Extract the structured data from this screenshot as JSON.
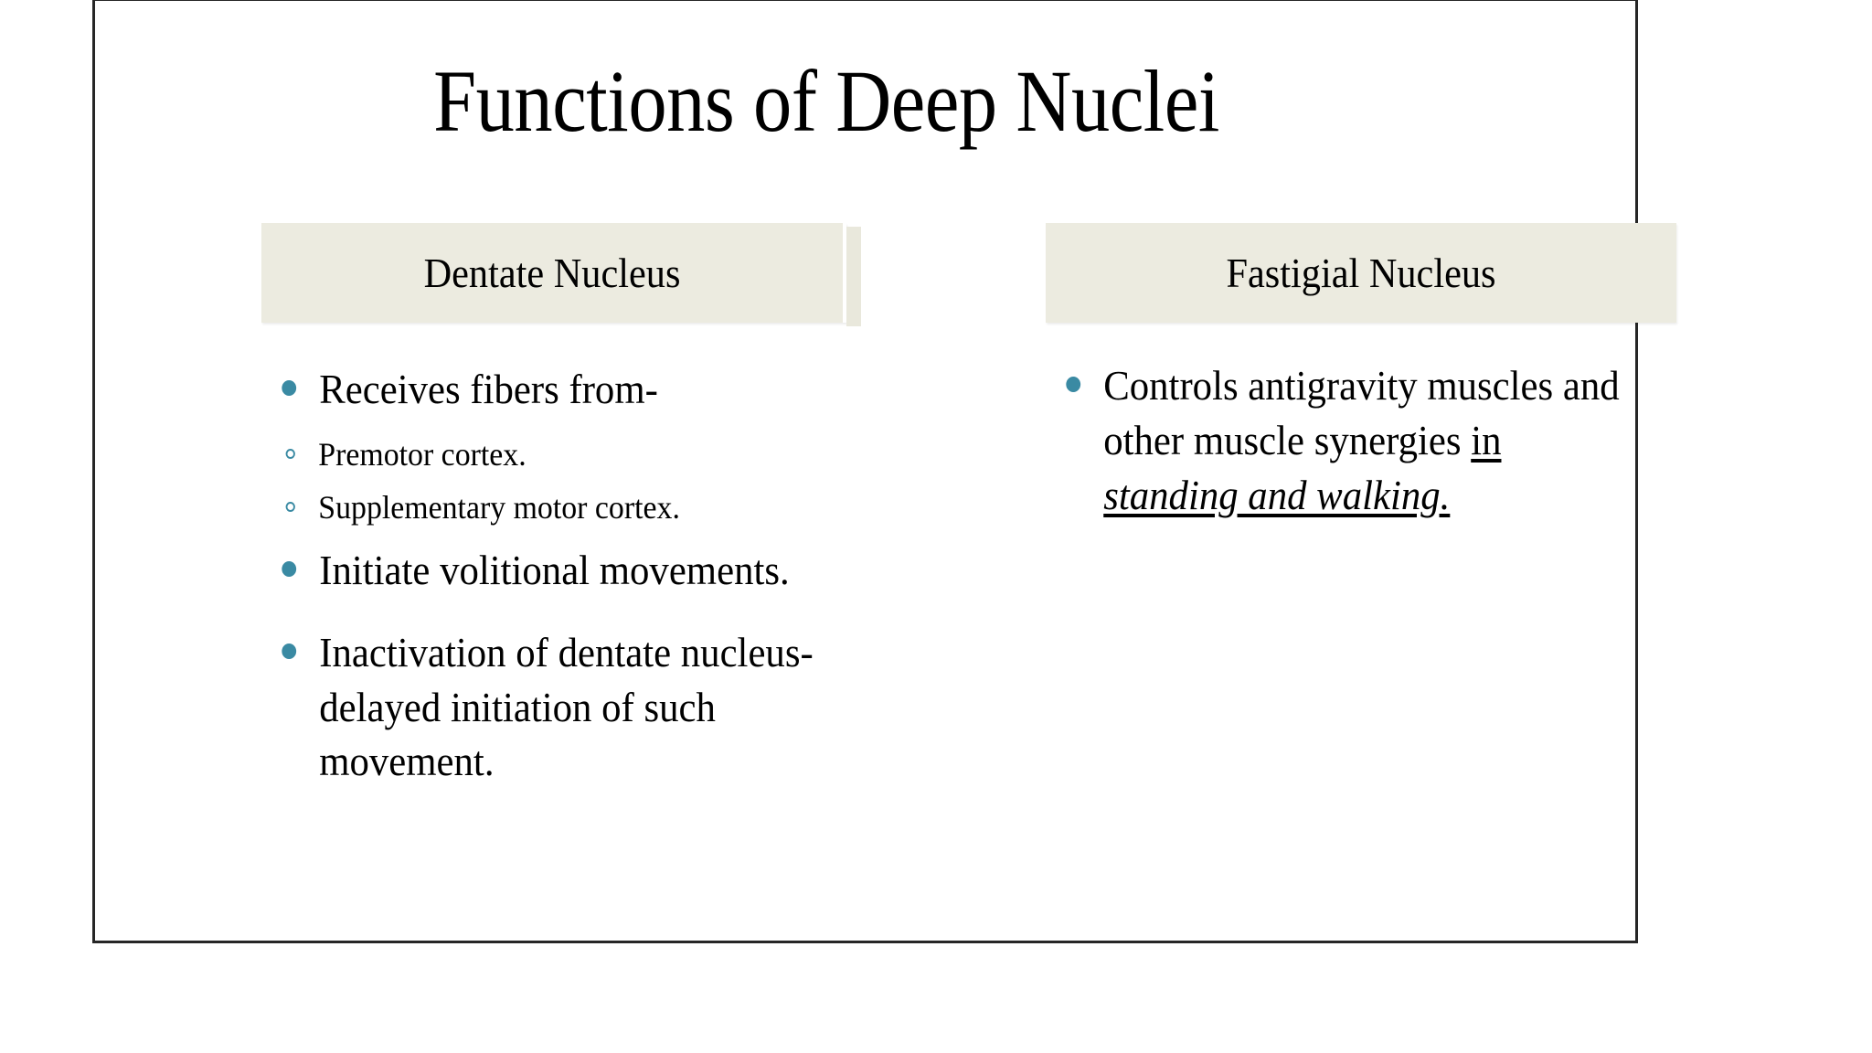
{
  "slide": {
    "title": "Functions of Deep Nuclei",
    "accent_color": "#3A8AA3",
    "header_fill": "#ECEBE0",
    "border_color": "#262626",
    "background": "#FFFFFF"
  },
  "columns": {
    "left": {
      "header": "Dentate Nucleus",
      "bullets": [
        {
          "text": "Receives fibers from-",
          "sub_bullets": [
            "Premotor cortex.",
            "Supplementary motor cortex."
          ]
        },
        {
          "text": "Initiate volitional movements.",
          "sub_bullets": []
        },
        {
          "text": "Inactivation of dentate nucleus-delayed initiation  of such movement.",
          "sub_bullets": []
        }
      ]
    },
    "right": {
      "header": "Fastigial Nucleus",
      "bullet": {
        "plain_lead": "Controls antigravity muscles and other muscle synergies ",
        "underlined": "in",
        "space": " ",
        "underlined_italic": "standing and walking."
      }
    }
  }
}
